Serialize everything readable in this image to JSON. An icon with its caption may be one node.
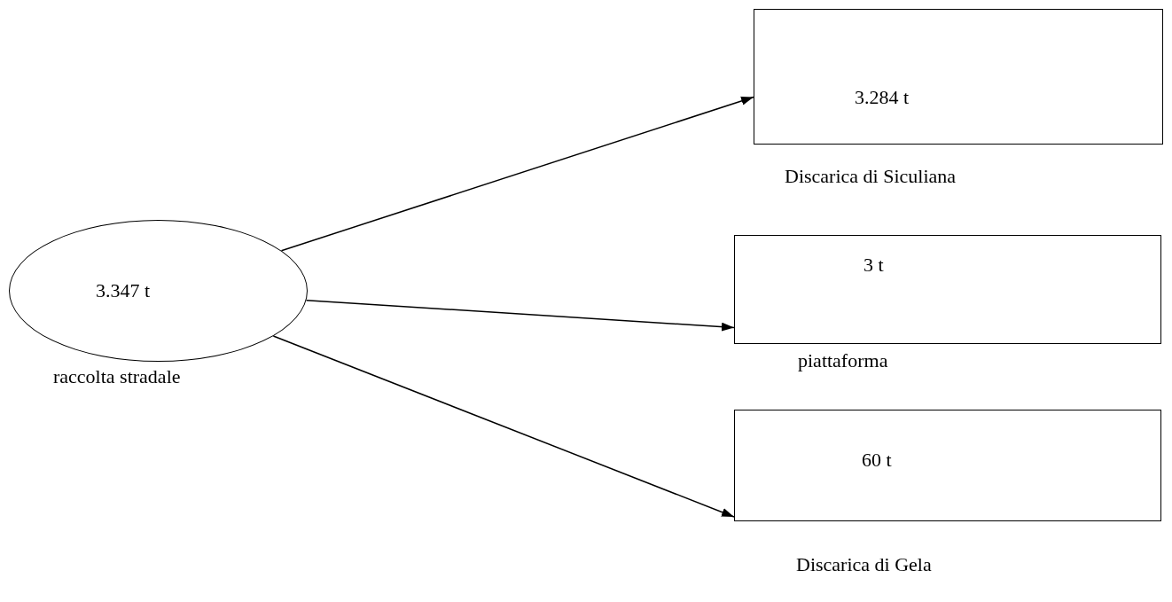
{
  "diagram": {
    "nodes": [
      {
        "text": [
          "3.347 t"
        ],
        "beside": [
          "raccolta stradale"
        ]
      },
      {
        "text": [
          "3.284 t"
        ],
        "beside": [
          "Discarica di Siculiana"
        ]
      },
      {
        "text": [
          "3 t"
        ],
        "beside": [
          "piattaforma"
        ]
      },
      {
        "text": [
          "60 t"
        ],
        "beside": [
          "Discarica di Gela"
        ]
      }
    ],
    "edges": [
      {
        "from": 0,
        "to": 1,
        "arrow": "to"
      },
      {
        "from": 0,
        "to": 2,
        "arrow": "to"
      },
      {
        "from": 0,
        "to": 3,
        "arrow": "to"
      }
    ]
  }
}
